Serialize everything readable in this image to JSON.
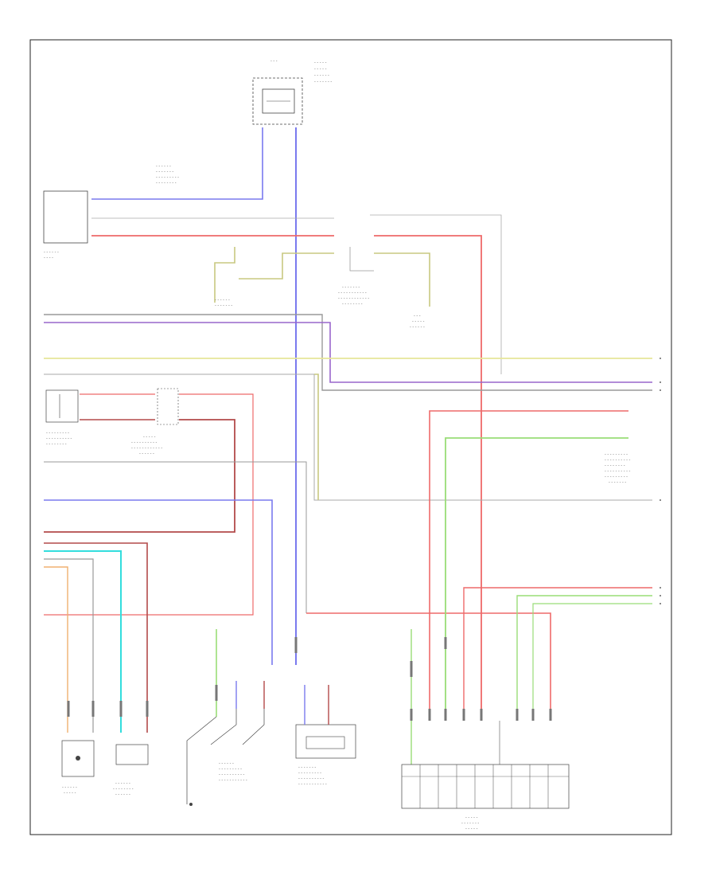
{
  "diagram": {
    "page_code": "",
    "colors": {
      "blue": "#7a7aee",
      "red": "#ee6a6a",
      "yellow": "#e6e699",
      "olive": "#c8c880",
      "green": "#99dd77",
      "cyan": "#33dddd",
      "orange": "#f0b070",
      "darkred": "#b34a4a",
      "purple": "#9966cc",
      "gray": "#9a9a9a",
      "frame": "#222222"
    },
    "components": [
      {
        "id": "relay-top",
        "name": "relay",
        "label": ""
      },
      {
        "id": "air-bag-module",
        "name": "control-module-left",
        "label": ""
      },
      {
        "id": "sensor-left-1",
        "name": "sensor-left",
        "label": ""
      },
      {
        "id": "sensor-left-2",
        "name": "sensor-mid",
        "label": ""
      },
      {
        "id": "switch-assembly",
        "name": "switch-assembly",
        "label": ""
      },
      {
        "id": "sensor-right",
        "name": "sensor-right",
        "label": ""
      },
      {
        "id": "connector-block",
        "name": "connector-block-bottom",
        "label": ""
      }
    ]
  }
}
